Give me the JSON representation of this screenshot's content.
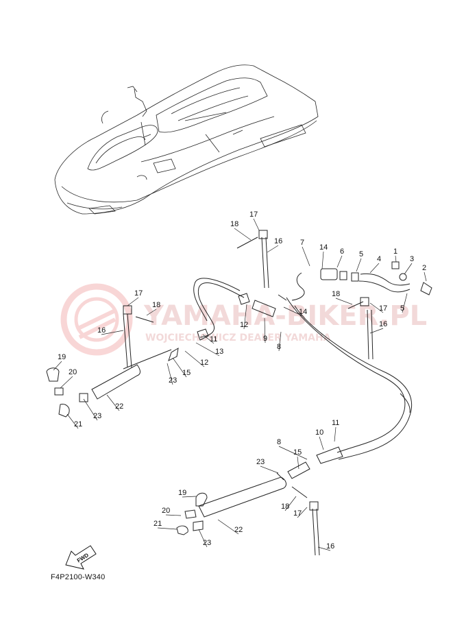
{
  "diagram": {
    "code": "F4P2100-W340",
    "fwd_label": "FWD",
    "watermark": {
      "main": "YAMAHA-BIKER.PL",
      "sub": "WOJCIECHOWICZ DEALER YAMAHA"
    },
    "callouts": [
      {
        "label": "1"
      },
      {
        "label": "2"
      },
      {
        "label": "3"
      },
      {
        "label": "4"
      },
      {
        "label": "5"
      },
      {
        "label": "5"
      },
      {
        "label": "6"
      },
      {
        "label": "7"
      },
      {
        "label": "8"
      },
      {
        "label": "8"
      },
      {
        "label": "9"
      },
      {
        "label": "10"
      },
      {
        "label": "11"
      },
      {
        "label": "11"
      },
      {
        "label": "12"
      },
      {
        "label": "12"
      },
      {
        "label": "13"
      },
      {
        "label": "14"
      },
      {
        "label": "14"
      },
      {
        "label": "15"
      },
      {
        "label": "15"
      },
      {
        "label": "16"
      },
      {
        "label": "16"
      },
      {
        "label": "16"
      },
      {
        "label": "16"
      },
      {
        "label": "17"
      },
      {
        "label": "17"
      },
      {
        "label": "17"
      },
      {
        "label": "17"
      },
      {
        "label": "18"
      },
      {
        "label": "18"
      },
      {
        "label": "18"
      },
      {
        "label": "18"
      },
      {
        "label": "19"
      },
      {
        "label": "19"
      },
      {
        "label": "20"
      },
      {
        "label": "20"
      },
      {
        "label": "21"
      },
      {
        "label": "21"
      },
      {
        "label": "22"
      },
      {
        "label": "22"
      },
      {
        "label": "23"
      },
      {
        "label": "23"
      },
      {
        "label": "23"
      },
      {
        "label": "23"
      }
    ]
  }
}
